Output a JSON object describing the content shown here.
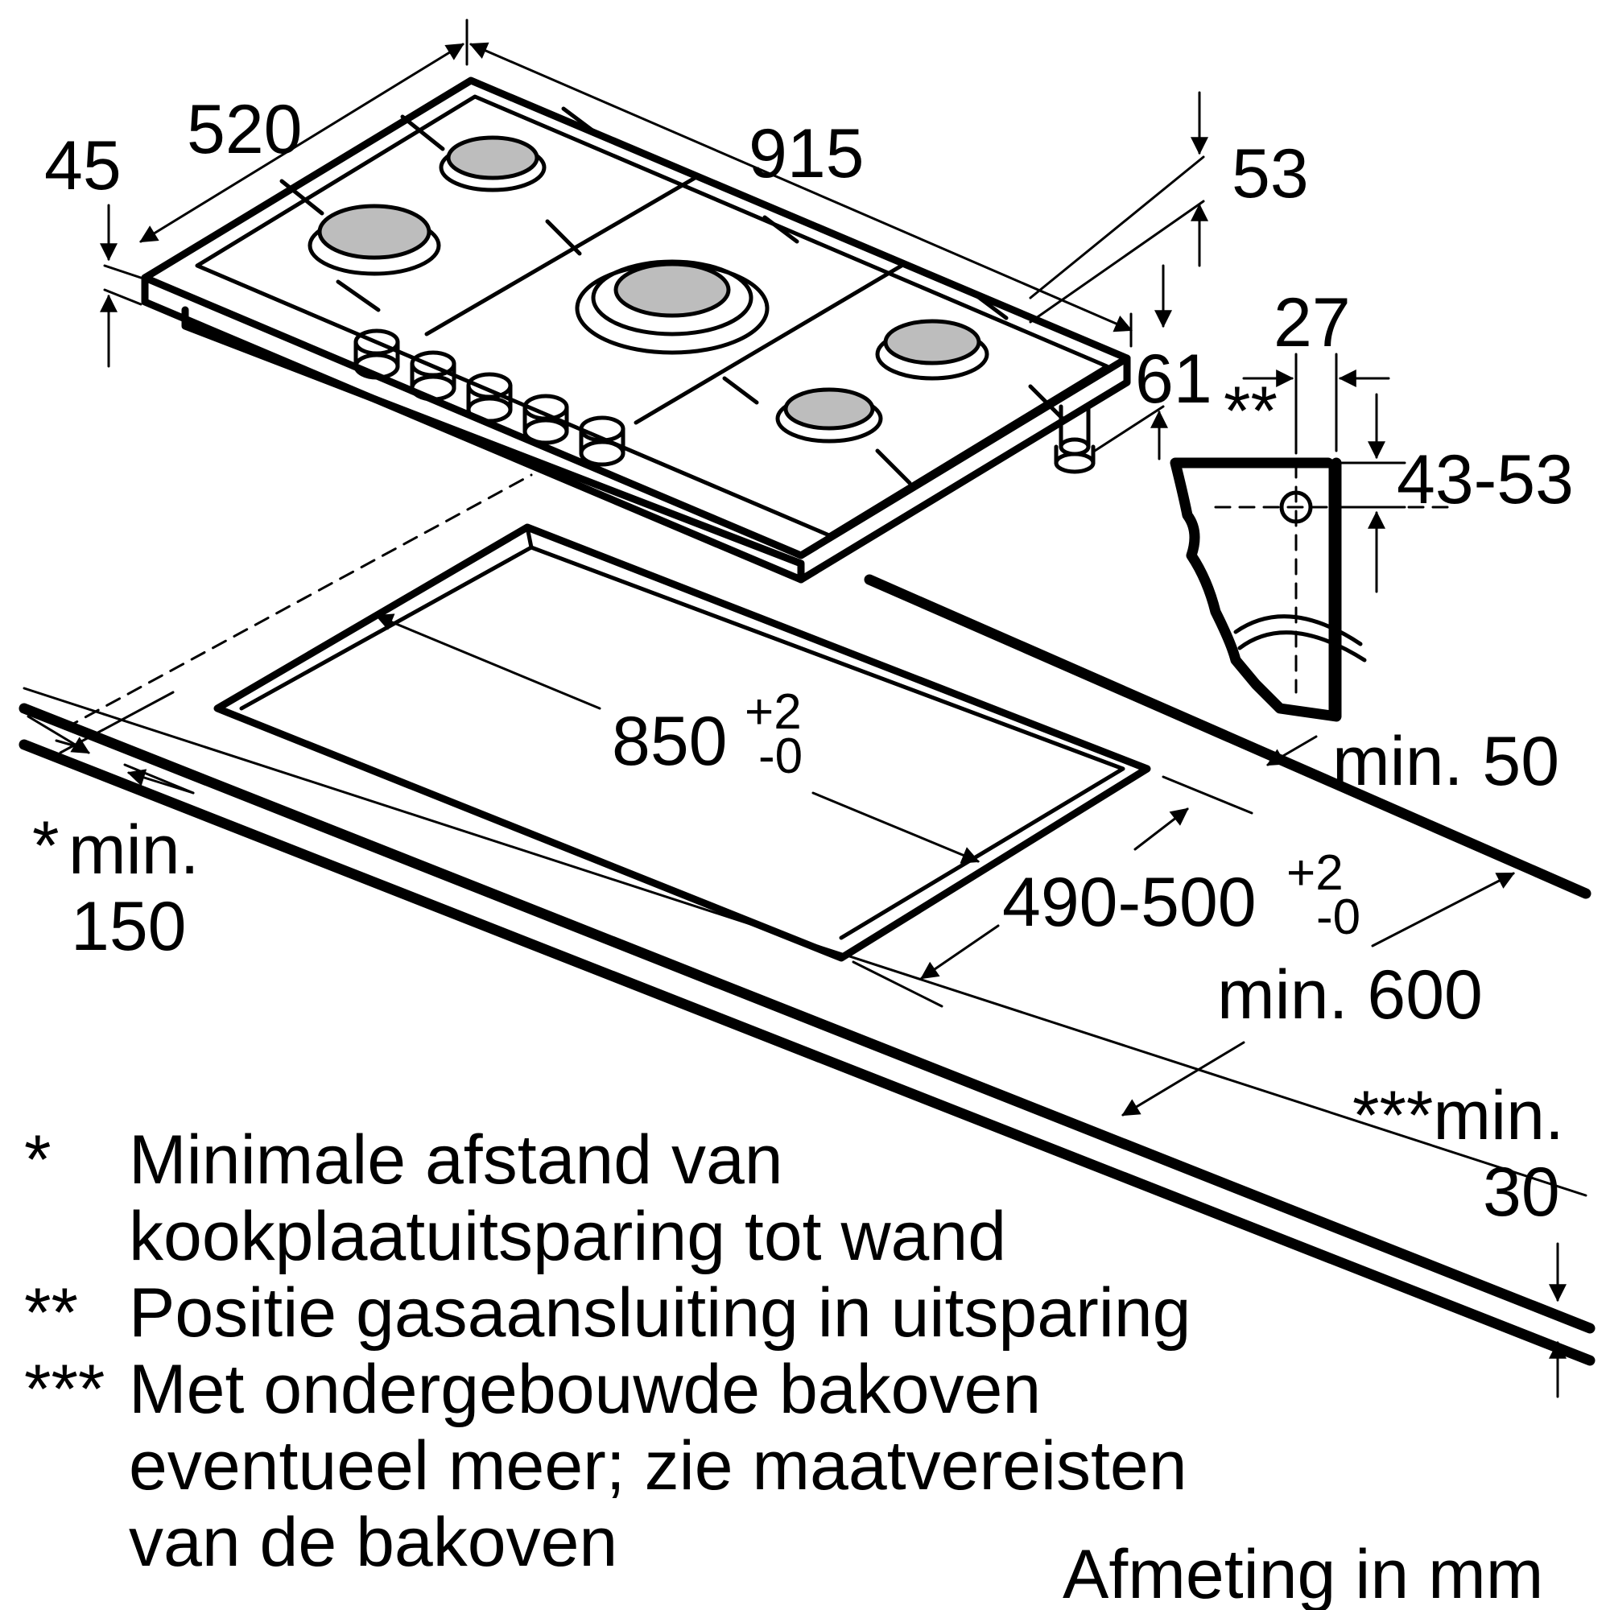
{
  "dimensions": {
    "depth_45": "45",
    "width_520": "520",
    "length_915": "915",
    "height_53": "53",
    "height_61": "61",
    "offset_27": "27",
    "range_43_53": "43-53",
    "cutout_850": "850",
    "cutout_850_tol_plus": "+2",
    "cutout_850_tol_minus": "-0",
    "cutout_490_500": "490-500",
    "cutout_490_500_tol_plus": "+2",
    "cutout_490_500_tol_minus": "-0",
    "min_50": "min. 50",
    "min_600": "min. 600",
    "min_150_star": "*",
    "min_150_label": "min.",
    "min_150_value": "150",
    "min_30_label": "***min.",
    "min_30_value": "30",
    "gas_marker": "**"
  },
  "notes": [
    {
      "marker": "*",
      "lines": [
        "Minimale afstand van",
        "kookplaatuitsparing tot wand"
      ]
    },
    {
      "marker": "**",
      "lines": [
        "Positie gasaansluiting in uitsparing"
      ]
    },
    {
      "marker": "***",
      "lines": [
        "Met ondergebouwde bakoven",
        "eventueel meer; zie maatvereisten",
        "van de bakoven"
      ]
    }
  ],
  "unit_note": "Afmeting in mm"
}
